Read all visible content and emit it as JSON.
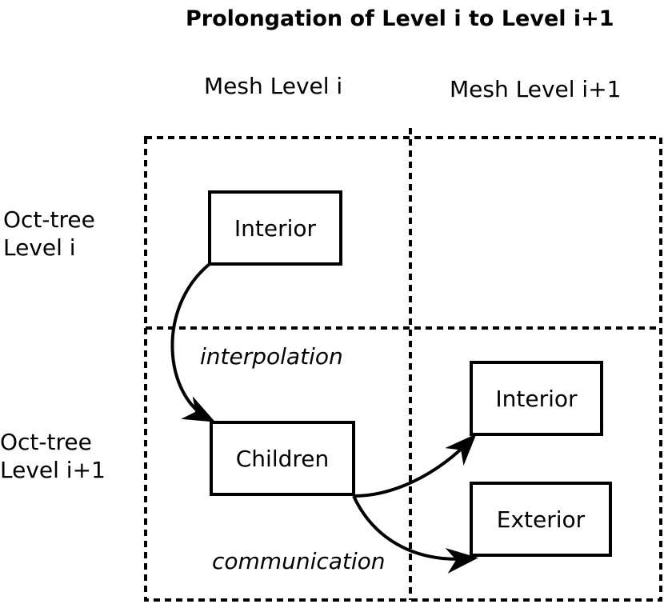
{
  "title": "Prolongation of Level i to Level i+1",
  "columns": [
    "Mesh Level i",
    "Mesh Level i+1"
  ],
  "rows": [
    {
      "line1": "Oct-tree",
      "line2": "Level i"
    },
    {
      "line1": "Oct-tree",
      "line2": "Level i+1"
    }
  ],
  "nodes": {
    "interior_level_i": "Interior",
    "children": "Children",
    "interior_level_i1": "Interior",
    "exterior_level_i1": "Exterior"
  },
  "edges": {
    "interpolation": "interpolation",
    "communication": "communication"
  }
}
